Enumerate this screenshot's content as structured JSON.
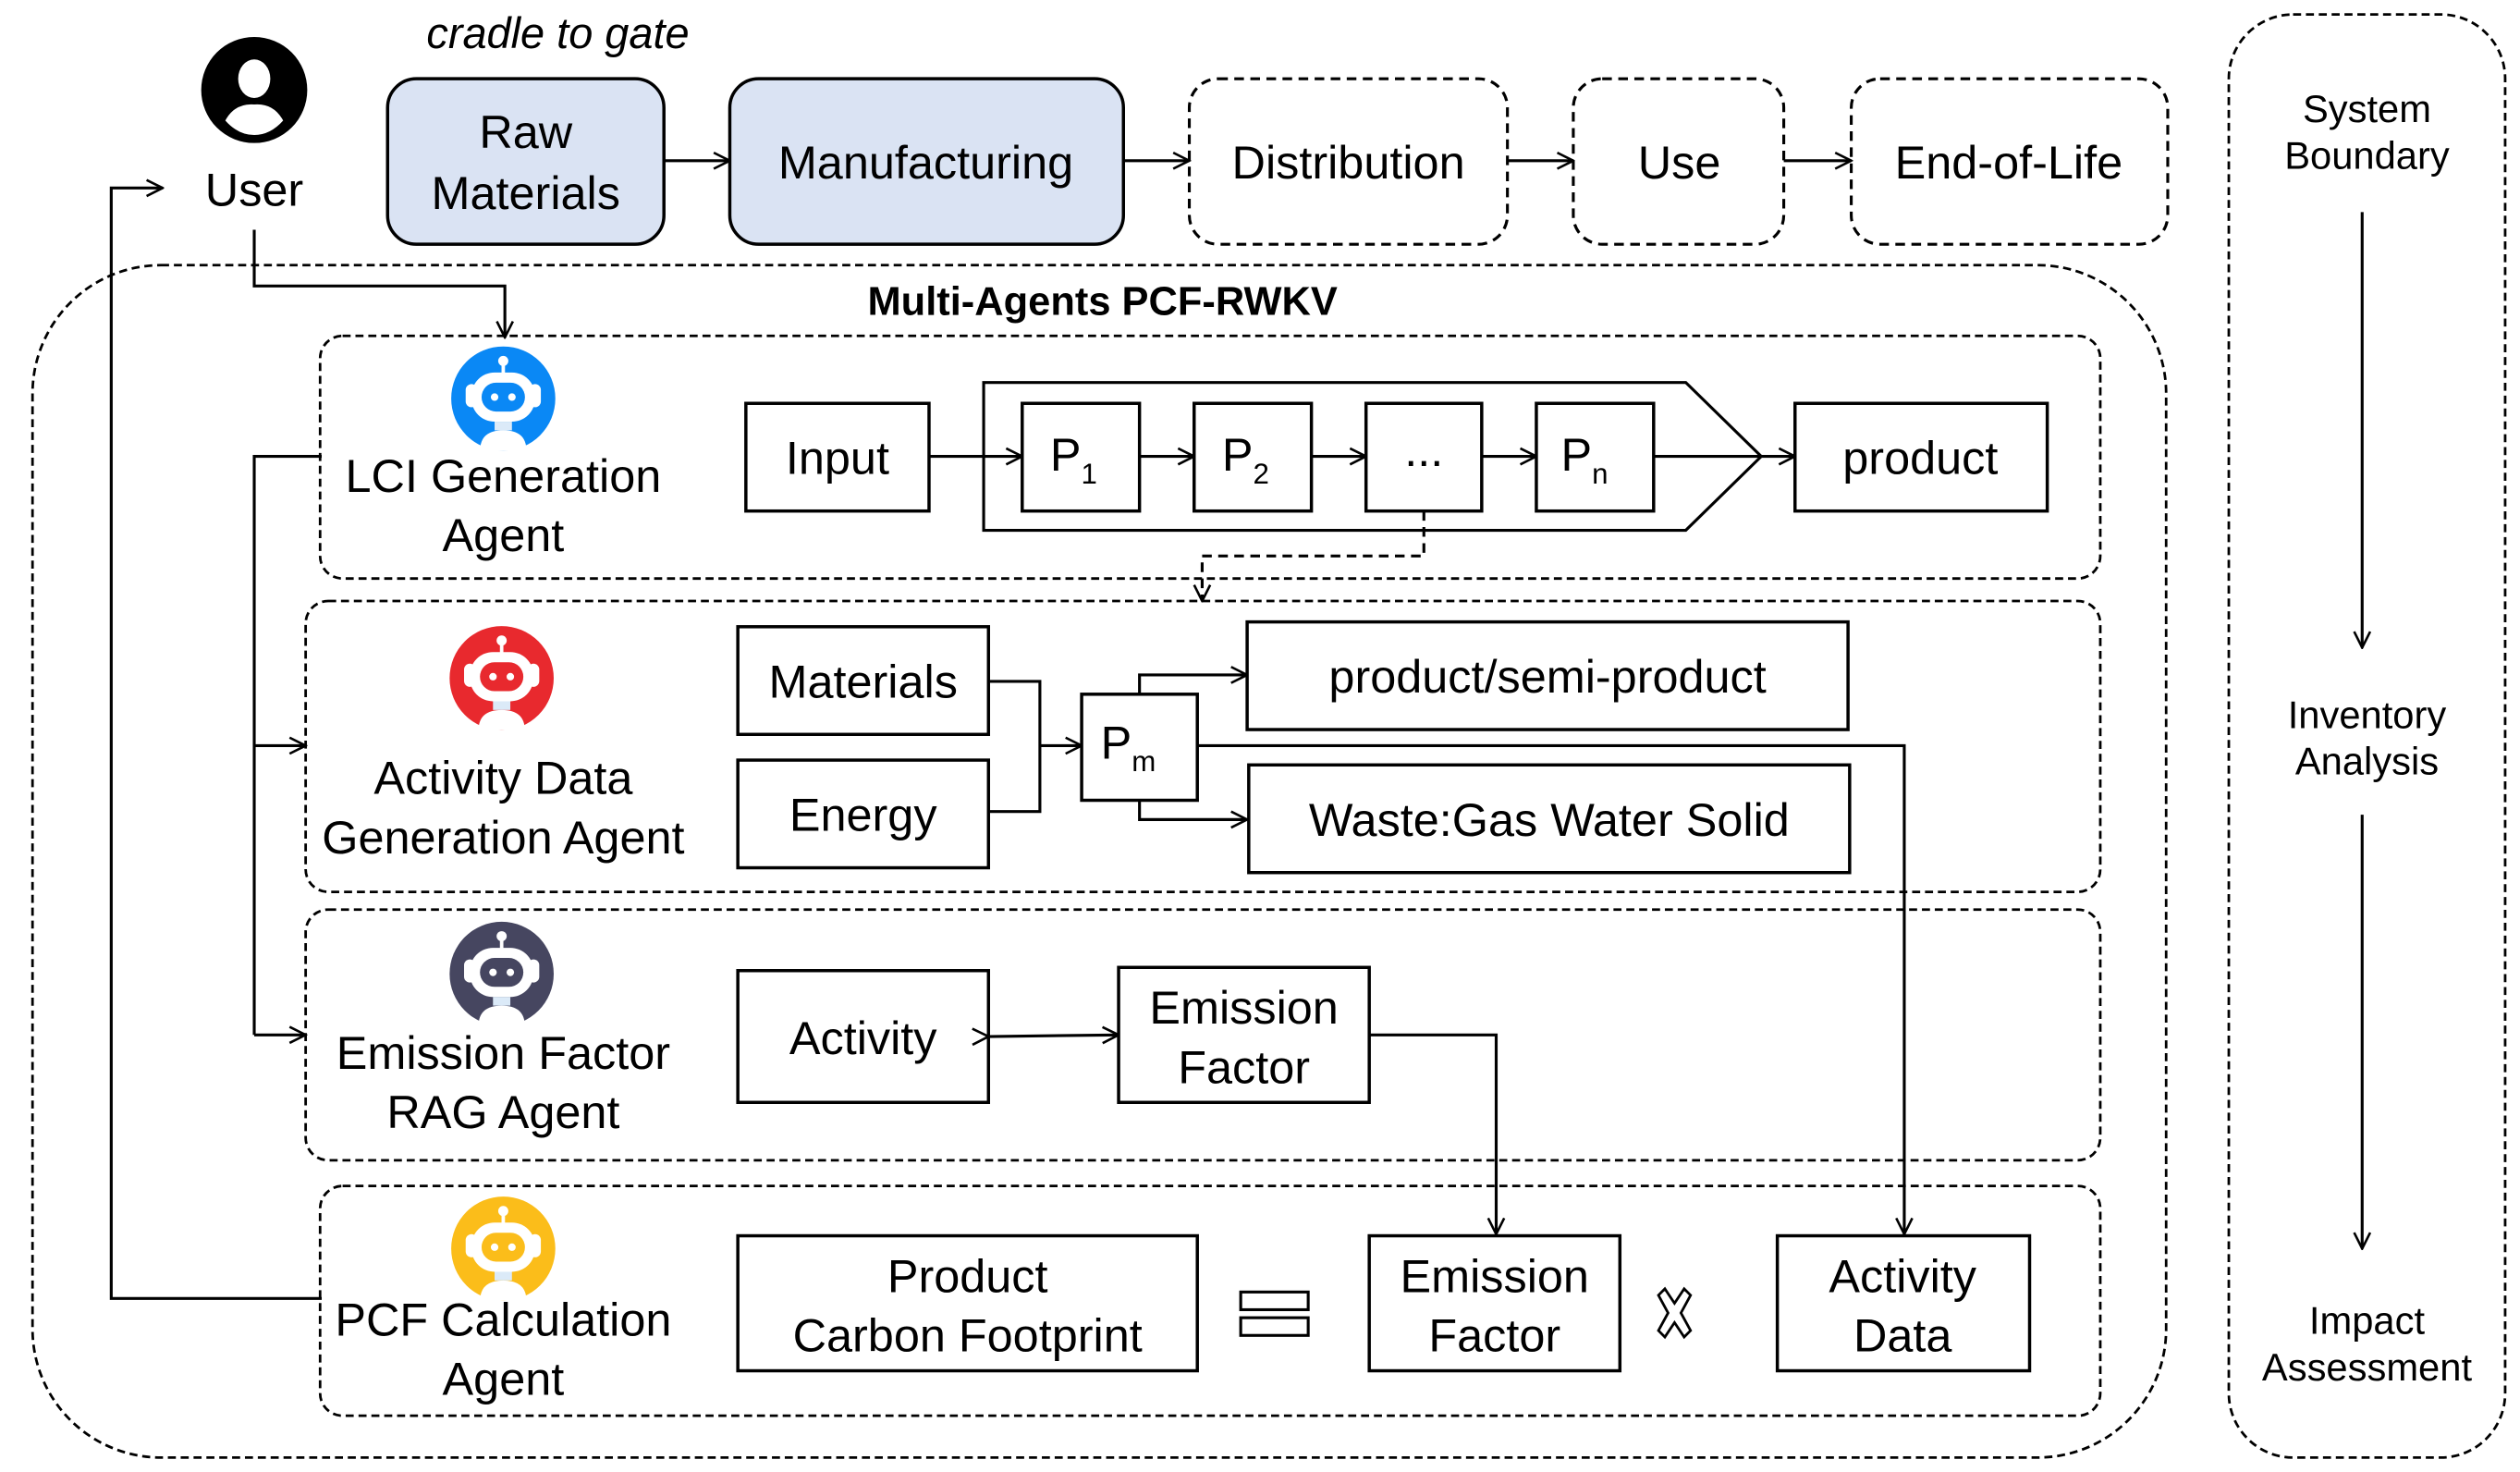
{
  "header": {
    "scope_label": "cradle to gate",
    "user_label": "User"
  },
  "lifecycle_stages": [
    {
      "label_lines": [
        "Raw",
        "Materials"
      ],
      "in_scope": true
    },
    {
      "label_lines": [
        "Manufacturing"
      ],
      "in_scope": true
    },
    {
      "label_lines": [
        "Distribution"
      ],
      "in_scope": false
    },
    {
      "label_lines": [
        "Use"
      ],
      "in_scope": false
    },
    {
      "label_lines": [
        "End-of-Life"
      ],
      "in_scope": false
    }
  ],
  "framework": {
    "title": "Multi-Agents PCF-RWKV"
  },
  "agents": [
    {
      "name_lines": [
        "LCI Generation",
        "Agent"
      ],
      "icon": "robot-icon",
      "icon_color": "#0a88f5",
      "flow": {
        "input": "Input",
        "processes": [
          {
            "base": "P",
            "sub": "1"
          },
          {
            "base": "P",
            "sub": "2"
          },
          {
            "base": "...",
            "sub": ""
          },
          {
            "base": "P",
            "sub": "n"
          }
        ],
        "output": "product"
      }
    },
    {
      "name_lines": [
        "Activity Data",
        "Generation Agent"
      ],
      "icon": "robot-icon",
      "icon_color": "#e8292e",
      "flow": {
        "inputs": [
          "Materials",
          "Energy"
        ],
        "process": {
          "base": "P",
          "sub": "m"
        },
        "outputs": [
          "product/semi-product",
          "Waste:Gas Water Solid"
        ]
      }
    },
    {
      "name_lines": [
        "Emission Factor",
        "RAG Agent"
      ],
      "icon": "robot-icon",
      "icon_color": "#464660",
      "flow": {
        "activity": "Activity",
        "emission_factor_lines": [
          "Emission",
          "Factor"
        ]
      }
    },
    {
      "name_lines": [
        "PCF Calculation",
        "Agent"
      ],
      "icon": "robot-icon",
      "icon_color": "#fbbd1a",
      "flow": {
        "result_lines": [
          "Product",
          "Carbon Footprint"
        ],
        "equals_symbol": "equals-icon",
        "factor_lines": [
          "Emission",
          "Factor"
        ],
        "times_symbol": "multiply-icon",
        "data_lines": [
          "Activity",
          "Data"
        ]
      }
    }
  ],
  "lca_phases": {
    "system_boundary": [
      "System",
      "Boundary"
    ],
    "inventory_analysis": [
      "Inventory",
      "Analysis"
    ],
    "impact_assessment": [
      "Impact",
      "Assessment"
    ]
  },
  "colors": {
    "stage_fill": "#dae3f3",
    "robot_blue": "#0a88f5",
    "robot_red": "#e8292e",
    "robot_navy": "#464660",
    "robot_yellow": "#fbbd1a"
  }
}
